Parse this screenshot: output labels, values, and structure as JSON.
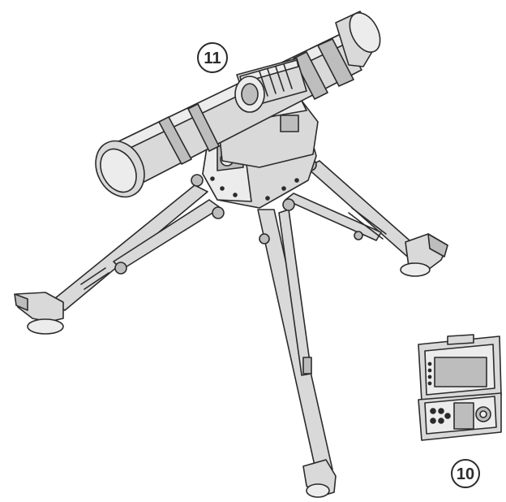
{
  "callouts": [
    {
      "id": "11",
      "label": "11"
    },
    {
      "id": "10",
      "label": "10"
    }
  ],
  "colors": {
    "fill": "#d9d9d9",
    "fill_dark": "#bdbdbd",
    "fill_light": "#ececec",
    "stroke": "#2b2b2b",
    "background": "#ffffff"
  }
}
